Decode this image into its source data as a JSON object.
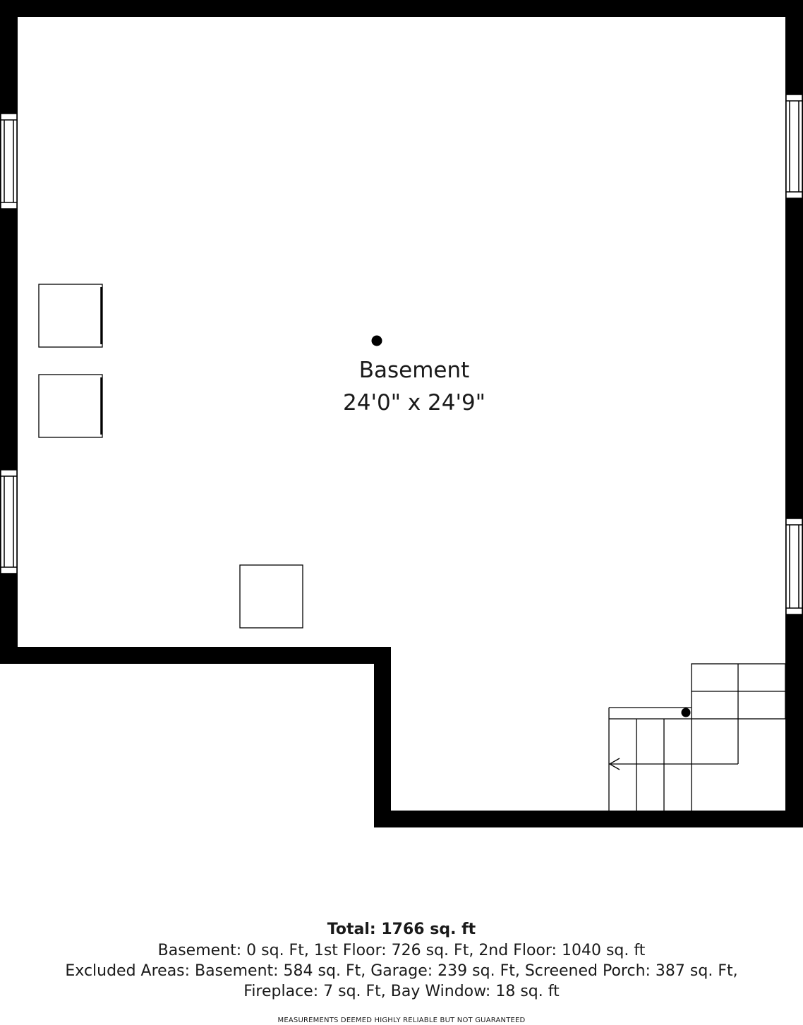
{
  "room": {
    "name": "Basement",
    "dimensions": "24'0\" x 24'9\""
  },
  "summary": {
    "total": "Total: 1766 sq. ft",
    "line1": "Basement: 0 sq. Ft, 1st Floor: 726 sq. Ft, 2nd Floor: 1040 sq. ft",
    "line2": "Excluded Areas: Basement: 584 sq. Ft, Garage: 239 sq. Ft, Screened Porch: 387 sq. Ft,",
    "line3": "Fireplace: 7 sq. Ft, Bay Window: 18 sq. ft"
  },
  "disclaimer": "MEASUREMENTS DEEMED HIGHLY RELIABLE BUT NOT GUARANTEED",
  "colors": {
    "wall": "#000000",
    "background": "#ffffff",
    "text": "#1a1a1a"
  }
}
